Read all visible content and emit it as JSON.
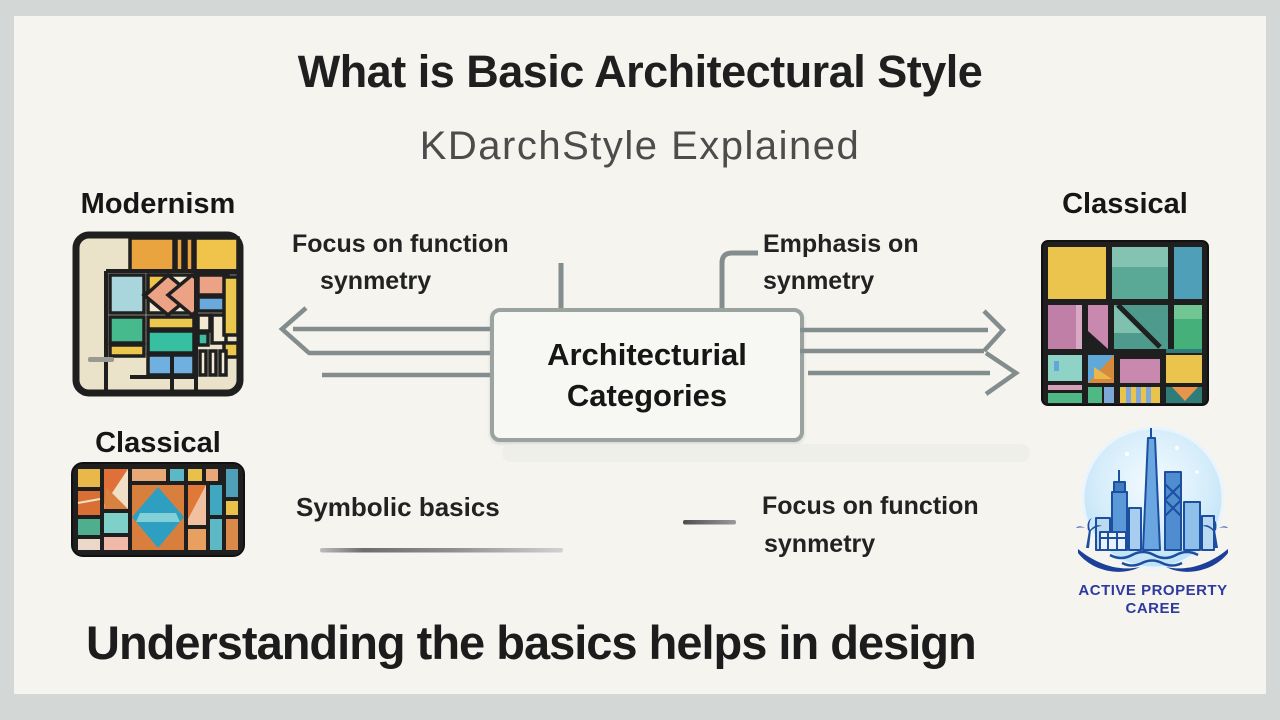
{
  "header": {
    "title": "What is Basic Architectural Style",
    "subtitle": "KDarchStyle Explained"
  },
  "panels": {
    "modernism": {
      "label": "Modernism"
    },
    "classical_left": {
      "label": "Classical"
    },
    "classical_right": {
      "label": "Classical"
    }
  },
  "center_box": {
    "line1": "Architecturial",
    "line2": "Categories"
  },
  "callouts": {
    "left": {
      "line1": "Focus on function",
      "line2": "synmetry"
    },
    "right": {
      "line1": "Emphasis on",
      "line2": "synmetry"
    },
    "bottom_left": {
      "label": "Symbolic basics"
    },
    "bottom_right": {
      "line1": "Focus on function",
      "line2": "synmetry"
    }
  },
  "logo": {
    "line1": "ACTIVE PROPERTY",
    "line2": "CAREE"
  },
  "footer": {
    "headline": "Understanding the basics helps in design"
  },
  "colors": {
    "frame": "#d3d7d5",
    "canvas": "#f6f4ef",
    "title_text": "#1f1f1f",
    "subtitle_text": "#4c4c4c",
    "arrow_gray": "#848d8d",
    "box_border": "#9ba3a1",
    "box_fill": "#f7f7f3",
    "logo_navy": "#2e3a9e",
    "logo_sky": "#bfe2f6",
    "modernism_palette": [
      "#eaa43f",
      "#f0c44a",
      "#a9d6dc",
      "#46ba8c",
      "#37bfa2",
      "#6fb0e0",
      "#eba285",
      "#ebe2ca"
    ],
    "classical_palette": [
      "#eac44c",
      "#5aa896",
      "#4f9fb8",
      "#c07fa6",
      "#45b07a",
      "#2f7d78",
      "#d87f3e",
      "#8fd2c6"
    ]
  }
}
